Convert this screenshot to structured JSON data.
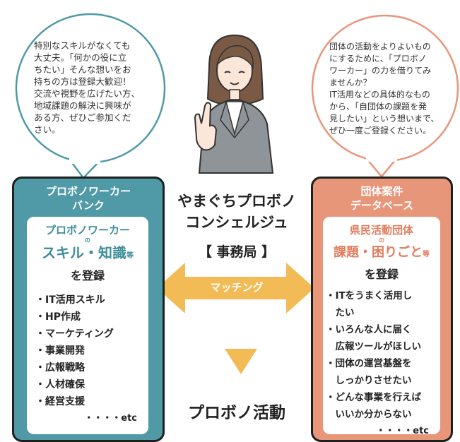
{
  "left_bubble": {
    "lines": [
      "特別なスキルがなくても",
      "大丈夫。「何かの役に立",
      "ちたい」そんな想いをお",
      "持ちの方は登録大歓迎！",
      "交流や視野を広げたい方、",
      "地域課題の解決に興味が",
      "ある方、ぜひご参加くだ",
      "さい。"
    ]
  },
  "right_bubble": {
    "lines": [
      "団体の活動をよりよいもの",
      "にするために、「プロボノ",
      "ワーカー」の力を借りてみ",
      "ませんか？",
      "IT活用などの具体的なもの",
      "から、「自団体の課題を発",
      "見したい」という想いまで、",
      "ぜひ一度ご登録ください。"
    ]
  },
  "left_panel": {
    "title_line1": "プロボノワーカー",
    "title_line2": "バンク",
    "kicker": "プロボノワーカー",
    "connector": "の",
    "big": "スキル・知識",
    "big_suffix": "等",
    "register": "を登録",
    "items": [
      "・IT活用スキル",
      "・HP作成",
      "・マーケティング",
      "・事業開発",
      "・広報戦略",
      "・人材確保",
      "・経営支援"
    ],
    "etc": "・・・・etc"
  },
  "right_panel": {
    "title_line1": "団体案件",
    "title_line2": "データベース",
    "kicker": "県民活動団体",
    "connector": "の",
    "big": "課題・困りごと",
    "big_suffix": "等",
    "register": "を登録",
    "items": [
      "・ITをうまく活用し",
      "　たい",
      "・いろんな人に届く",
      "　広報ツールがほしい",
      "・団体の運営基盤を",
      "　しっかりさせたい",
      "・どんな事業を行えば",
      "　いいか分からない"
    ],
    "etc": "・・・・etc"
  },
  "center": {
    "title_line1": "やまぐちプロボノ",
    "title_line2": "コンシェルジュ",
    "office": "【 事務局 】",
    "matching": "マッチング",
    "bottom": "プロボノ活動"
  },
  "colors": {
    "teal": "#4f9aa6",
    "coral": "#e8967a",
    "arrow": "#f2bb55"
  }
}
